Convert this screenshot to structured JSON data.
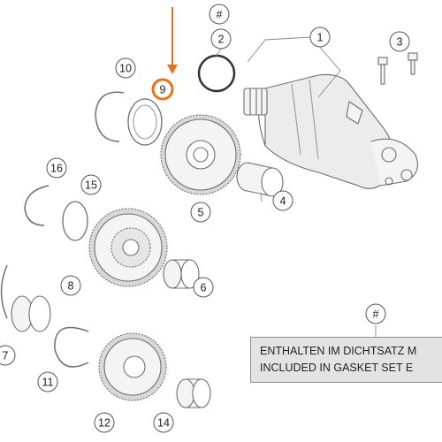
{
  "callouts": [
    {
      "id": "hash-top",
      "label": "#"
    },
    {
      "id": "c1",
      "label": "1"
    },
    {
      "id": "c2",
      "label": "2"
    },
    {
      "id": "c3",
      "label": "3"
    },
    {
      "id": "c4",
      "label": "4"
    },
    {
      "id": "c5",
      "label": "5"
    },
    {
      "id": "c6",
      "label": "6"
    },
    {
      "id": "c7",
      "label": "7"
    },
    {
      "id": "c8",
      "label": "8"
    },
    {
      "id": "c9",
      "label": "9",
      "highlighted": true
    },
    {
      "id": "c10",
      "label": "10"
    },
    {
      "id": "c11",
      "label": "11"
    },
    {
      "id": "c12",
      "label": "12"
    },
    {
      "id": "c14",
      "label": "14"
    },
    {
      "id": "c15",
      "label": "15"
    },
    {
      "id": "c16",
      "label": "16"
    },
    {
      "id": "hash-note",
      "label": "#"
    }
  ],
  "note": {
    "line_de": "ENTHALTEN IM DICHTSATZ M",
    "line_en": "INCLUDED IN GASKET SET E"
  },
  "colors": {
    "highlight": "#e8731e",
    "line": "#6e6e6e",
    "part_fill": "#ececec",
    "note_bg": "#e3e3e3"
  },
  "icons": {
    "arrow": "down-arrow-icon"
  }
}
